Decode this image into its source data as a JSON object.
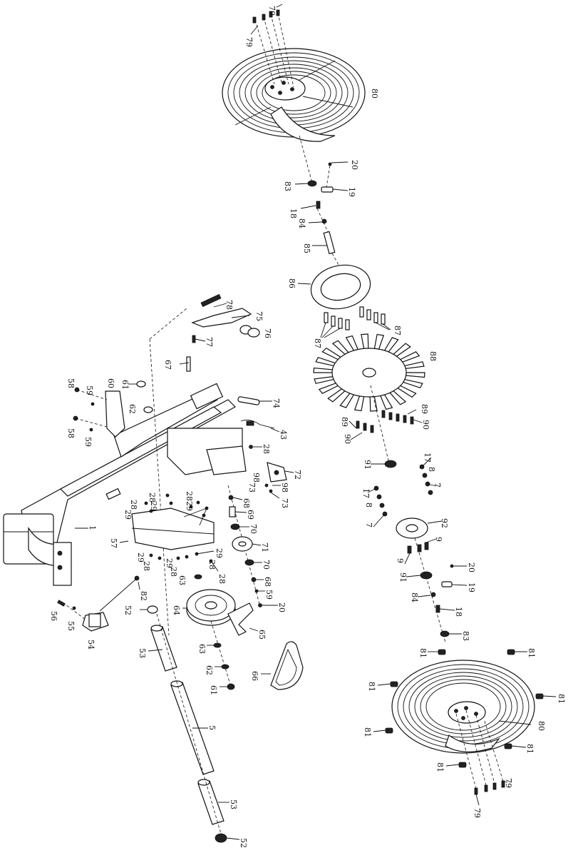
{
  "diagram": {
    "labels": [
      {
        "id": "79a",
        "text": "79"
      },
      {
        "id": "79b",
        "text": "79"
      },
      {
        "id": "80a",
        "text": "80"
      },
      {
        "id": "20a",
        "text": "20"
      },
      {
        "id": "83a",
        "text": "83"
      },
      {
        "id": "19a",
        "text": "19"
      },
      {
        "id": "18a",
        "text": "18"
      },
      {
        "id": "84a",
        "text": "84"
      },
      {
        "id": "85",
        "text": "85"
      },
      {
        "id": "86",
        "text": "86"
      },
      {
        "id": "87a",
        "text": "87"
      },
      {
        "id": "87b",
        "text": "87"
      },
      {
        "id": "88",
        "text": "88"
      },
      {
        "id": "89a",
        "text": "89"
      },
      {
        "id": "90a",
        "text": "90"
      },
      {
        "id": "89b",
        "text": "89"
      },
      {
        "id": "90b",
        "text": "90"
      },
      {
        "id": "91a",
        "text": "91"
      },
      {
        "id": "17a",
        "text": "17"
      },
      {
        "id": "8a",
        "text": "8"
      },
      {
        "id": "7a",
        "text": "7"
      },
      {
        "id": "17b",
        "text": "17"
      },
      {
        "id": "8b",
        "text": "8"
      },
      {
        "id": "7b",
        "text": "7"
      },
      {
        "id": "92",
        "text": "92"
      },
      {
        "id": "9a",
        "text": "9"
      },
      {
        "id": "9b",
        "text": "9"
      },
      {
        "id": "91b",
        "text": "91"
      },
      {
        "id": "20b",
        "text": "20"
      },
      {
        "id": "19b",
        "text": "19"
      },
      {
        "id": "84b",
        "text": "84"
      },
      {
        "id": "18b",
        "text": "18"
      },
      {
        "id": "83b",
        "text": "83"
      },
      {
        "id": "81a",
        "text": "81"
      },
      {
        "id": "81b",
        "text": "81"
      },
      {
        "id": "81c",
        "text": "81"
      },
      {
        "id": "81d",
        "text": "81"
      },
      {
        "id": "81e",
        "text": "81"
      },
      {
        "id": "81f",
        "text": "81"
      },
      {
        "id": "81g",
        "text": "81"
      },
      {
        "id": "80b",
        "text": "80"
      },
      {
        "id": "79c",
        "text": "79"
      },
      {
        "id": "79d",
        "text": "79"
      },
      {
        "id": "78",
        "text": "78"
      },
      {
        "id": "75",
        "text": "75"
      },
      {
        "id": "76",
        "text": "76"
      },
      {
        "id": "77",
        "text": "77"
      },
      {
        "id": "67",
        "text": "67"
      },
      {
        "id": "74",
        "text": "74"
      },
      {
        "id": "43",
        "text": "43"
      },
      {
        "id": "28a",
        "text": "28"
      },
      {
        "id": "72",
        "text": "72"
      },
      {
        "id": "98a",
        "text": "98"
      },
      {
        "id": "73a",
        "text": "73"
      },
      {
        "id": "98b",
        "text": "98"
      },
      {
        "id": "73b",
        "text": "73"
      },
      {
        "id": "68a",
        "text": "68"
      },
      {
        "id": "69",
        "text": "69"
      },
      {
        "id": "70a",
        "text": "70"
      },
      {
        "id": "71",
        "text": "71"
      },
      {
        "id": "70b",
        "text": "70"
      },
      {
        "id": "68b",
        "text": "68"
      },
      {
        "id": "59c",
        "text": "59"
      },
      {
        "id": "20c",
        "text": "20"
      },
      {
        "id": "58a",
        "text": "58"
      },
      {
        "id": "59a",
        "text": "59"
      },
      {
        "id": "60",
        "text": "60"
      },
      {
        "id": "61a",
        "text": "61"
      },
      {
        "id": "62a",
        "text": "62"
      },
      {
        "id": "58b",
        "text": "58"
      },
      {
        "id": "59b",
        "text": "59"
      },
      {
        "id": "1",
        "text": "1"
      },
      {
        "id": "28b",
        "text": "28"
      },
      {
        "id": "28c",
        "text": "28"
      },
      {
        "id": "29a",
        "text": "29"
      },
      {
        "id": "29b",
        "text": "29"
      },
      {
        "id": "28d",
        "text": "28"
      },
      {
        "id": "29c",
        "text": "29"
      },
      {
        "id": "57",
        "text": "57"
      },
      {
        "id": "29d",
        "text": "29"
      },
      {
        "id": "28e",
        "text": "28"
      },
      {
        "id": "29e",
        "text": "29"
      },
      {
        "id": "28f",
        "text": "28"
      },
      {
        "id": "29f",
        "text": "29"
      },
      {
        "id": "28g",
        "text": "28"
      },
      {
        "id": "63a",
        "text": "63"
      },
      {
        "id": "28h",
        "text": "28"
      },
      {
        "id": "82",
        "text": "82"
      },
      {
        "id": "56",
        "text": "56"
      },
      {
        "id": "55",
        "text": "55"
      },
      {
        "id": "54",
        "text": "54"
      },
      {
        "id": "52a",
        "text": "52"
      },
      {
        "id": "64",
        "text": "64"
      },
      {
        "id": "65",
        "text": "65"
      },
      {
        "id": "53a",
        "text": "53"
      },
      {
        "id": "63b",
        "text": "63"
      },
      {
        "id": "62b",
        "text": "62"
      },
      {
        "id": "61b",
        "text": "61"
      },
      {
        "id": "66",
        "text": "66"
      },
      {
        "id": "5",
        "text": "5"
      },
      {
        "id": "53b",
        "text": "53"
      },
      {
        "id": "52b",
        "text": "52"
      }
    ]
  }
}
